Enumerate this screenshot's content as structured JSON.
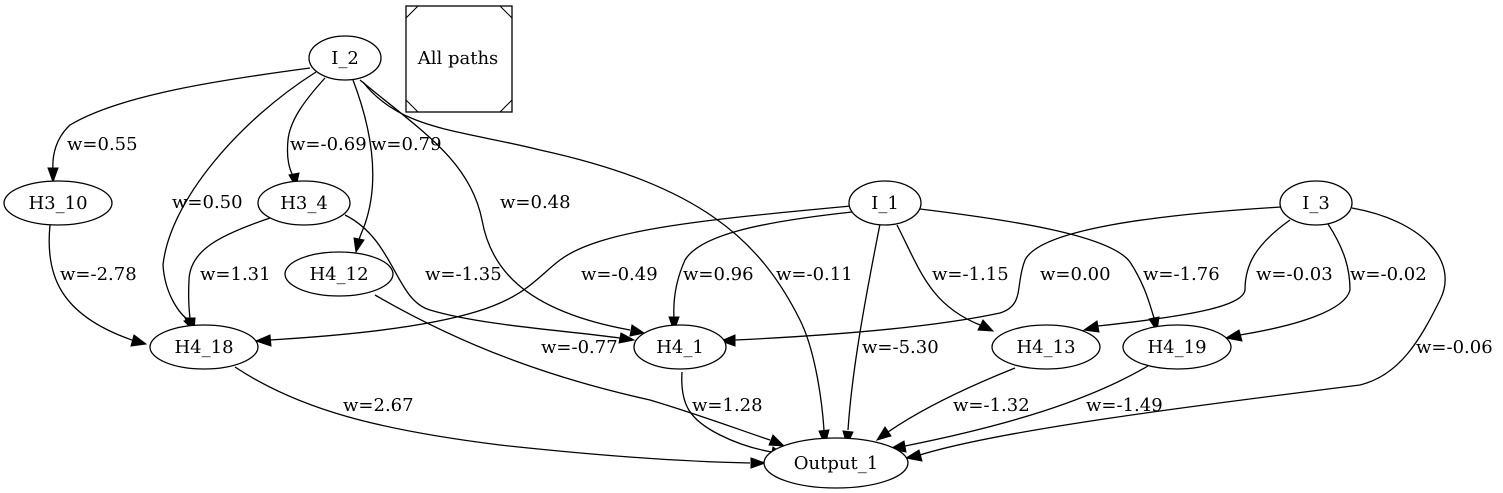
{
  "diagram": {
    "legend": {
      "label": "All paths"
    },
    "nodes": [
      {
        "id": "I_2",
        "label": "I_2"
      },
      {
        "id": "H3_10",
        "label": "H3_10"
      },
      {
        "id": "H3_4",
        "label": "H3_4"
      },
      {
        "id": "H4_12",
        "label": "H4_12"
      },
      {
        "id": "H4_18",
        "label": "H4_18"
      },
      {
        "id": "H4_1",
        "label": "H4_1"
      },
      {
        "id": "I_1",
        "label": "I_1"
      },
      {
        "id": "I_3",
        "label": "I_3"
      },
      {
        "id": "H4_13",
        "label": "H4_13"
      },
      {
        "id": "H4_19",
        "label": "H4_19"
      },
      {
        "id": "Output_1",
        "label": "Output_1"
      }
    ],
    "edges": [
      {
        "from": "I_2",
        "to": "H3_10",
        "label": "w=0.55"
      },
      {
        "from": "I_2",
        "to": "H4_18",
        "label": "w=0.50"
      },
      {
        "from": "I_2",
        "to": "H3_4",
        "label": "w=-0.69"
      },
      {
        "from": "I_2",
        "to": "H4_12",
        "label": "w=0.79"
      },
      {
        "from": "I_2",
        "to": "H4_1",
        "label": "w=0.48"
      },
      {
        "from": "I_2",
        "to": "Output_1",
        "label": "w=-0.11"
      },
      {
        "from": "H3_10",
        "to": "H4_18",
        "label": "w=-2.78"
      },
      {
        "from": "H3_4",
        "to": "H4_18",
        "label": "w=1.31"
      },
      {
        "from": "H3_4",
        "to": "H4_1",
        "label": "w=-1.35"
      },
      {
        "from": "H4_12",
        "to": "Output_1",
        "label": "w=-0.77"
      },
      {
        "from": "I_1",
        "to": "H4_18",
        "label": "w=-0.49"
      },
      {
        "from": "I_1",
        "to": "H4_1",
        "label": "w=0.96"
      },
      {
        "from": "I_1",
        "to": "Output_1",
        "label": "w=-5.30"
      },
      {
        "from": "I_1",
        "to": "H4_13",
        "label": "w=-1.15"
      },
      {
        "from": "I_1",
        "to": "H4_19",
        "label": "w=-1.76"
      },
      {
        "from": "I_3",
        "to": "H4_1",
        "label": "w=0.00"
      },
      {
        "from": "I_3",
        "to": "H4_13",
        "label": "w=-0.03"
      },
      {
        "from": "I_3",
        "to": "H4_19",
        "label": "w=-0.02"
      },
      {
        "from": "I_3",
        "to": "Output_1",
        "label": "w=-0.06"
      },
      {
        "from": "H4_18",
        "to": "Output_1",
        "label": "w=2.67"
      },
      {
        "from": "H4_1",
        "to": "Output_1",
        "label": "w=1.28"
      },
      {
        "from": "H4_13",
        "to": "Output_1",
        "label": "w=-1.32"
      },
      {
        "from": "H4_19",
        "to": "Output_1",
        "label": "w=-1.49"
      }
    ]
  }
}
